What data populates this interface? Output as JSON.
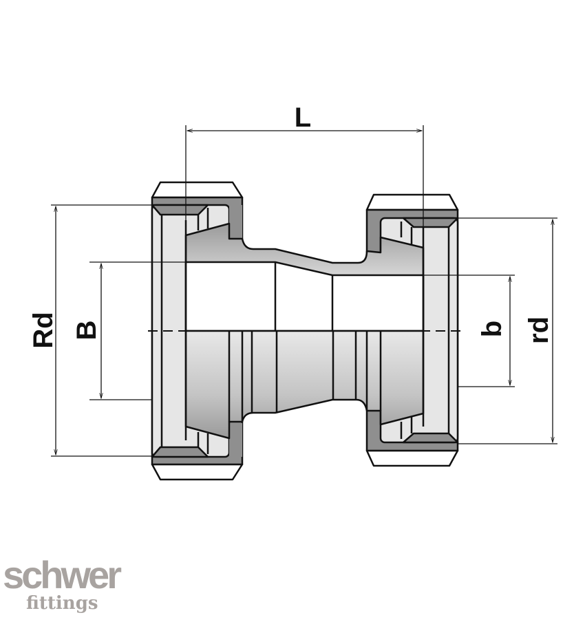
{
  "dimensions": {
    "length": "L",
    "nut_diameter_large": "Rd",
    "bore_large": "B",
    "bore_small": "b",
    "nut_diameter_small": "rd"
  },
  "logo": {
    "line1": "schwer",
    "line2": "fittings",
    "color": "#a8a3a0"
  },
  "colors": {
    "outline": "#111111",
    "dark_section": "#8f8f8f",
    "light_section": "#e6e6e6"
  }
}
